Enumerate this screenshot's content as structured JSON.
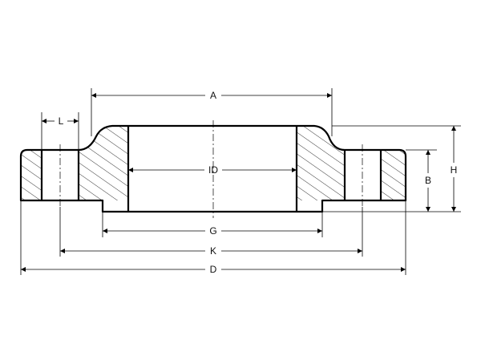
{
  "labels": {
    "A": "A",
    "L": "L",
    "ID": "ID",
    "B": "B",
    "H": "H",
    "G": "G",
    "K": "K",
    "D": "D"
  },
  "colors": {
    "line": "#000000",
    "background": "#ffffff"
  }
}
